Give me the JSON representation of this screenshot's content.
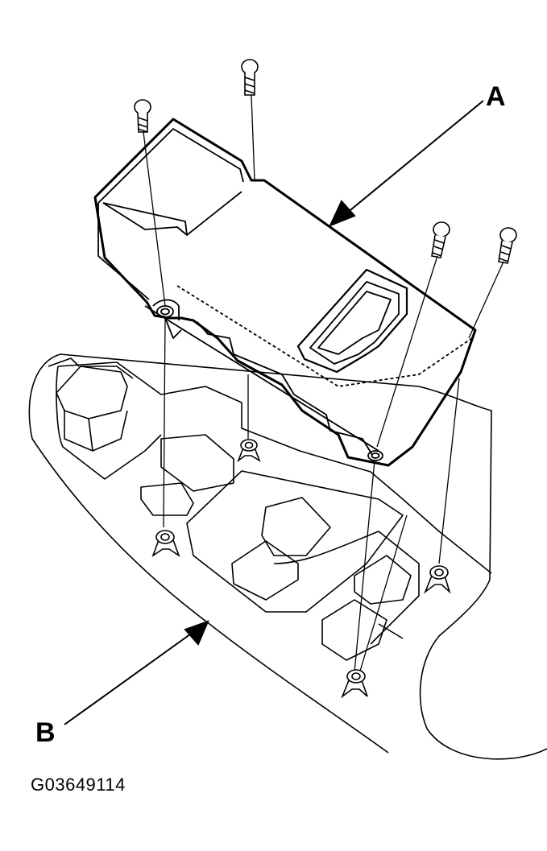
{
  "callouts": {
    "a": "A",
    "b": "B"
  },
  "figure_code": "G03649114",
  "colors": {
    "line": "#000000",
    "background": "#ffffff"
  }
}
